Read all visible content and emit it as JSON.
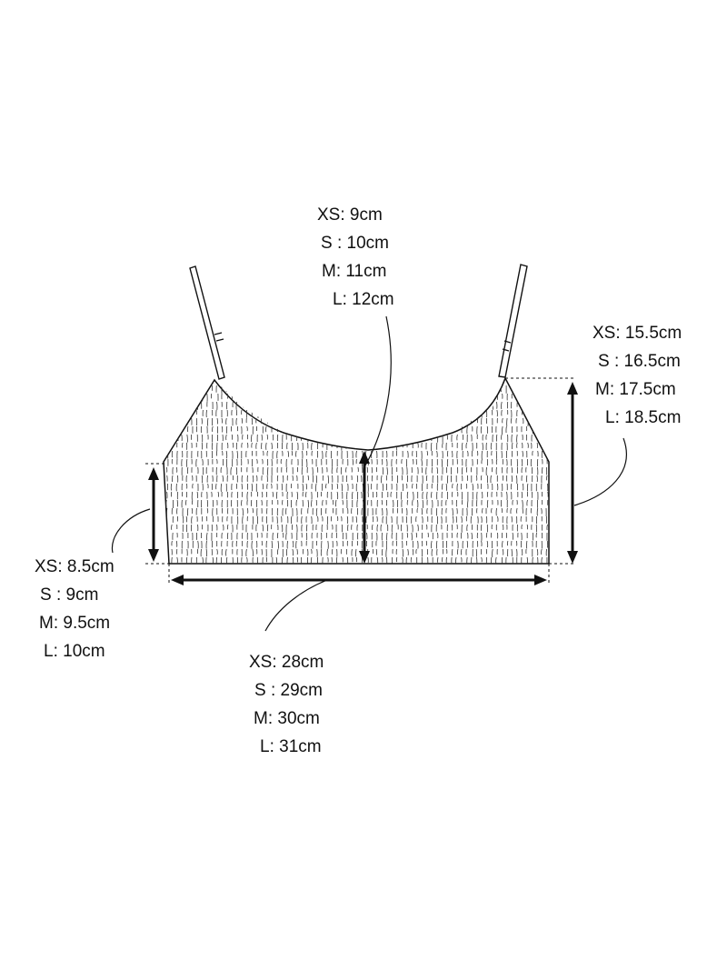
{
  "measurements": {
    "center_height": {
      "lines": [
        "XS: 9cm",
        "S :  10cm",
        "M: 11cm",
        "L: 12cm"
      ]
    },
    "side_height": {
      "lines": [
        "XS: 15.5cm",
        "S : 16.5cm",
        "M: 17.5cm",
        "L: 18.5cm"
      ]
    },
    "band_height": {
      "lines": [
        "XS: 8.5cm",
        "S : 9cm",
        "M: 9.5cm",
        "L: 10cm"
      ]
    },
    "width": {
      "lines": [
        "XS: 28cm",
        "S : 29cm",
        "M: 30cm",
        "L: 31cm"
      ]
    }
  },
  "colors": {
    "line": "#111111",
    "background": "#ffffff"
  }
}
